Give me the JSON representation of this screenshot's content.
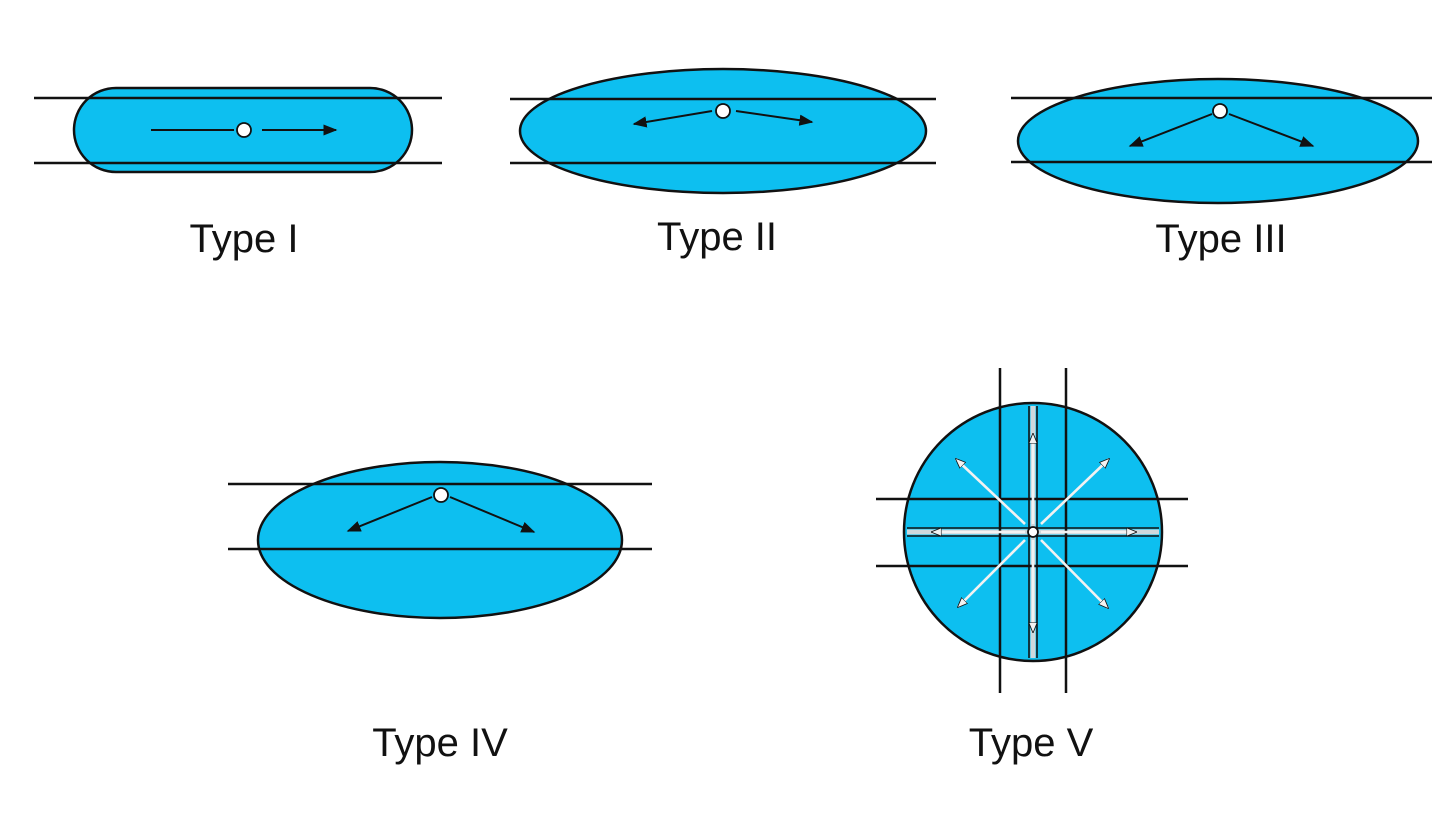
{
  "colors": {
    "fracture_fill": "#0dbff0",
    "line": "#111111",
    "text": "#111111"
  },
  "types": [
    {
      "id": "type-1",
      "label": "Type I"
    },
    {
      "id": "type-2",
      "label": "Type II"
    },
    {
      "id": "type-3",
      "label": "Type III"
    },
    {
      "id": "type-4",
      "label": "Type IV"
    },
    {
      "id": "type-5",
      "label": "Type V"
    }
  ]
}
